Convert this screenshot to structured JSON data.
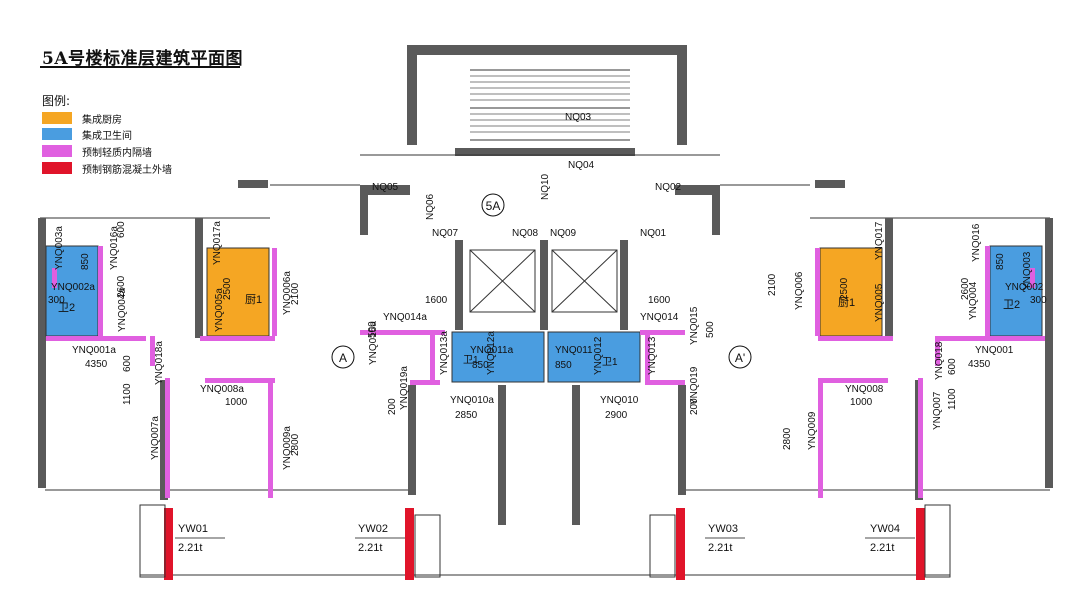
{
  "title": "5A号楼标准层建筑平面图",
  "legend": {
    "heading": "图例:",
    "items": [
      {
        "label": "集成厨房",
        "color": "#f5a623"
      },
      {
        "label": "集成卫生间",
        "color": "#4a9de0"
      },
      {
        "label": "预制轻质内隔墙",
        "color": "#e060e0"
      },
      {
        "label": "预制钢筋混凝土外墙",
        "color": "#e0142a"
      }
    ]
  },
  "colors": {
    "kitchen": "#f5a623",
    "bath": "#4a9de0",
    "partition": "#e060e0",
    "exterior": "#e0142a",
    "wall": "#5a5a5a"
  },
  "core": {
    "building": "5A",
    "walls": [
      "NQ01",
      "NQ02",
      "NQ03",
      "NQ04",
      "NQ05",
      "NQ06",
      "NQ07",
      "NQ08",
      "NQ09",
      "NQ10"
    ]
  },
  "unit_left": {
    "label": "A",
    "kitchen": "厨1",
    "bath": "卫2",
    "partitions": [
      "YNQ001a",
      "YNQ002a",
      "YNQ003a",
      "YNQ004a",
      "YNQ005a",
      "YNQ006a",
      "YNQ007a",
      "YNQ008a",
      "YNQ009a",
      "YNQ010a",
      "YNQ011a",
      "YNQ012a",
      "YNQ013a",
      "YNQ014a",
      "YNQ015a",
      "YNQ016a",
      "YNQ017a",
      "YNQ018a",
      "YNQ019a"
    ]
  },
  "unit_right": {
    "label": "A'",
    "kitchen": "厨1",
    "bath": "卫2",
    "partitions": [
      "YNQ001",
      "YNQ002",
      "YNQ003",
      "YNQ004",
      "YNQ005",
      "YNQ006",
      "YNQ007",
      "YNQ008",
      "YNQ009",
      "YNQ010",
      "YNQ011",
      "YNQ012",
      "YNQ013",
      "YNQ014",
      "YNQ015",
      "YNQ016",
      "YNQ017",
      "YNQ018",
      "YNQ019"
    ]
  },
  "core_bath": "卫1",
  "dims": [
    "4350",
    "2600",
    "2500",
    "2100",
    "1600",
    "500",
    "850",
    "300",
    "600",
    "1100",
    "1000",
    "2800",
    "3500",
    "2850",
    "2900",
    "200"
  ],
  "exterior_walls": [
    {
      "id": "YW01",
      "weight": "2.21t"
    },
    {
      "id": "YW02",
      "weight": "2.21t"
    },
    {
      "id": "YW03",
      "weight": "2.21t"
    },
    {
      "id": "YW04",
      "weight": "2.21t"
    }
  ]
}
